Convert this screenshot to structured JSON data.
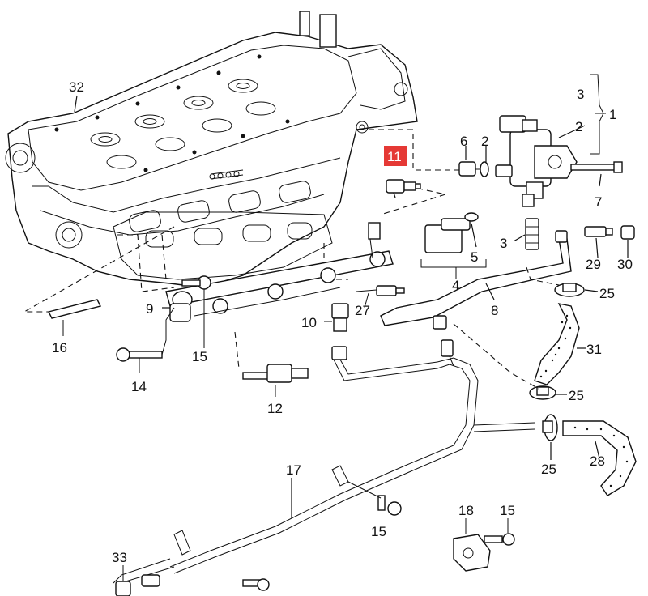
{
  "callouts": {
    "c1": "1",
    "c2a": "2",
    "c2b": "2",
    "c3a": "3",
    "c3b": "3",
    "c4": "4",
    "c5": "5",
    "c6": "6",
    "c7": "7",
    "c8": "8",
    "c9": "9",
    "c10": "10",
    "c11": "11",
    "c12": "12",
    "c14": "14",
    "c15a": "15",
    "c15b": "15",
    "c15c": "15",
    "c16": "16",
    "c17": "17",
    "c18": "18",
    "c25a": "25",
    "c25b": "25",
    "c25c": "25",
    "c27": "27",
    "c28": "28",
    "c29": "29",
    "c30": "30",
    "c31": "31",
    "c32": "32",
    "c33": "33"
  },
  "highlight": {
    "part": "11",
    "color": "#e53935"
  }
}
